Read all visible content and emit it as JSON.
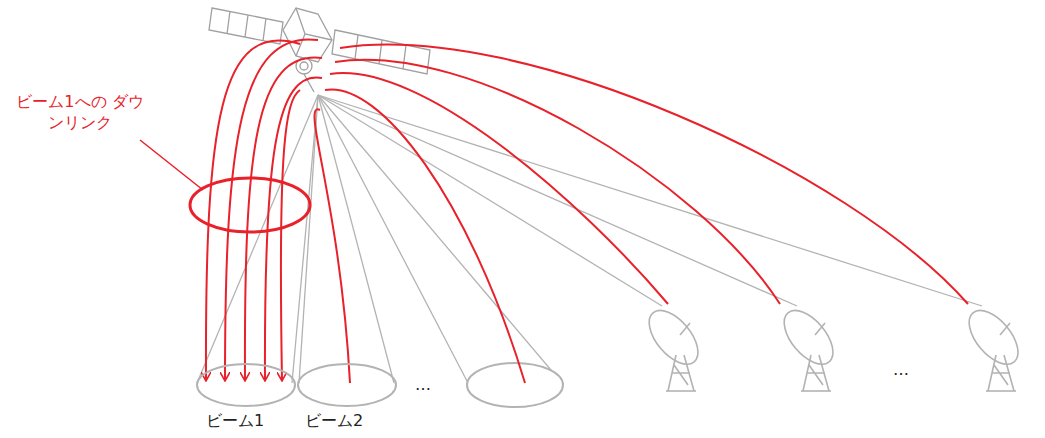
{
  "diagram": {
    "nodes": [
      {
        "text": [
          "ビーム1"
        ]
      },
      {
        "text": [
          "ビーム2"
        ]
      }
    ],
    "labels": [
      "ビーム1への ダウンリンク",
      "…",
      "…"
    ]
  }
}
